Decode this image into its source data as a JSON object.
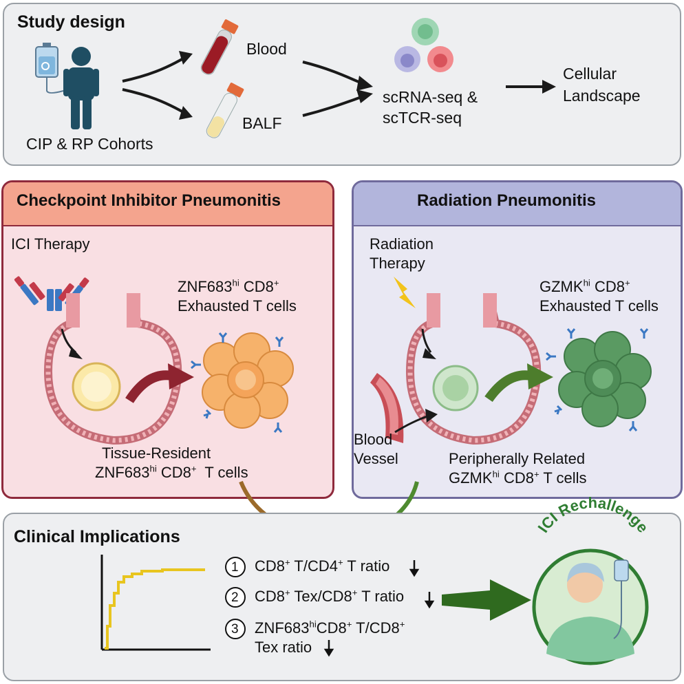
{
  "study_design": {
    "title": "Study design",
    "cohorts_label": "CIP & RP Cohorts",
    "blood_label": "Blood",
    "balf_label": "BALF",
    "seq_label_line1": "scRNA-seq &",
    "seq_label_line2": "scTCR-seq",
    "landscape_line1": "Cellular",
    "landscape_line2": "Landscape"
  },
  "cip": {
    "title": "Checkpoint Inhibitor Pneumonitis",
    "therapy_label": "ICI Therapy",
    "cell_label_gene": "ZNF683",
    "cell_label_sup1": "hi",
    "cell_label_cd8": " CD8",
    "cell_label_sup2": "+",
    "cell_label_line2": "Exhausted T cells",
    "resident_line1": "Tissue-Resident",
    "resident_gene": "ZNF683",
    "resident_sup1": "hi",
    "resident_cd8": " CD8",
    "resident_sup2": "+",
    "resident_tail": "  T cells"
  },
  "rp": {
    "title": "Radiation Pneumonitis",
    "therapy_line1": "Radiation",
    "therapy_line2": "Therapy",
    "cell_label_gene": "GZMK",
    "cell_label_sup1": "hi",
    "cell_label_cd8": " CD8",
    "cell_label_sup2": "+",
    "cell_label_line2": "Exhausted T cells",
    "vessel_line1": "Blood",
    "vessel_line2": "Vessel",
    "peripheral_line1": "Peripherally Related",
    "peripheral_gene": "GZMK",
    "peripheral_sup1": "hi",
    "peripheral_cd8": " CD8",
    "peripheral_sup2": "+",
    "peripheral_tail": " T cells"
  },
  "clinical": {
    "title": "Clinical Implications",
    "rechallenge_label": "ICI Rechallenge",
    "items": [
      {
        "num": "1",
        "a": "CD8",
        "a_sup": "+",
        "b": " T/CD4",
        "b_sup": "+",
        "c": " T ratio"
      },
      {
        "num": "2",
        "a": "CD8",
        "a_sup": "+",
        "b": " Tex/CD8",
        "b_sup": "+",
        "c": " T ratio"
      },
      {
        "num": "3",
        "a": "ZNF683",
        "a_sup": "hi",
        "b": "CD8",
        "b_sup": "+",
        "c": " T/CD8",
        "c_sup": "+",
        "line2": "Tex ratio"
      }
    ]
  },
  "colors": {
    "study_bg": "#eeeff1",
    "cip_bg": "#f9dfe3",
    "cip_header": "#f4a48e",
    "cip_border": "#8f2a3c",
    "rp_bg": "#e9e8f3",
    "rp_header": "#b2b5dc",
    "rp_border": "#6f6a9c",
    "clinical_bg": "#eeeff1",
    "cip_arrow": "#8e2430",
    "rp_arrow": "#4d7d2c",
    "gold_arrow": "#9b6a2a",
    "green_arrow": "#4e8a2f",
    "curve": "#e8c51f",
    "rechallenge": "#2f7d32"
  },
  "icons": [
    "iv-bag-icon",
    "person-icon",
    "blood-tube-icon",
    "balf-tube-icon",
    "cells-icon",
    "antibody-icon",
    "lightning-icon",
    "alveolus-icon",
    "t-cell-cluster-icon",
    "blood-vessel-icon",
    "patient-icon"
  ]
}
